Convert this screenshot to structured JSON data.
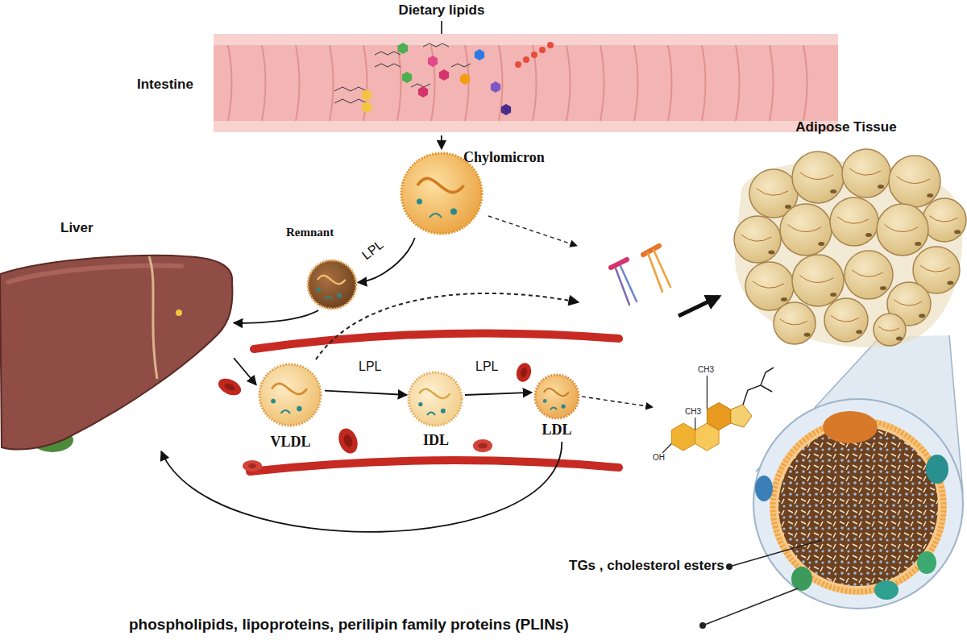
{
  "diagram": {
    "nodes": [
      {
        "text": [
          "Intestine"
        ]
      },
      {
        "text": [
          "Chylomicron"
        ]
      },
      {
        "text": [
          "Adipose Tissue"
        ]
      },
      {
        "text": [
          "Remnant"
        ]
      },
      {
        "text": [
          "Liver"
        ]
      },
      {
        "text": [
          "VLDL"
        ]
      },
      {
        "text": [
          "IDL"
        ]
      },
      {
        "text": [
          "LDL"
        ]
      },
      {
        "text": [
          "CH3",
          "CH3",
          "OH"
        ]
      }
    ],
    "edges": [
      {
        "from": 0,
        "to": 1,
        "arrow": "to"
      },
      {
        "from": 1,
        "to": 3,
        "label": "LPL",
        "arrow": "to"
      },
      {
        "from": 3,
        "to": 4,
        "arrow": "to"
      },
      {
        "from": 4,
        "to": 5,
        "arrow": "to"
      },
      {
        "from": 5,
        "to": 6,
        "label": "LPL",
        "arrow": "to"
      },
      {
        "from": 6,
        "to": 7,
        "label": "LPL",
        "arrow": "to"
      },
      {
        "from": 7,
        "to": 4,
        "arrow": "to"
      },
      {
        "from": 7,
        "to": 8,
        "arrow": "to"
      }
    ],
    "labels": [
      "Dietary lipids",
      "TGs , cholesterol esters",
      "phospholipids, lipoproteins, perilipin family proteins (PLINs)"
    ]
  }
}
